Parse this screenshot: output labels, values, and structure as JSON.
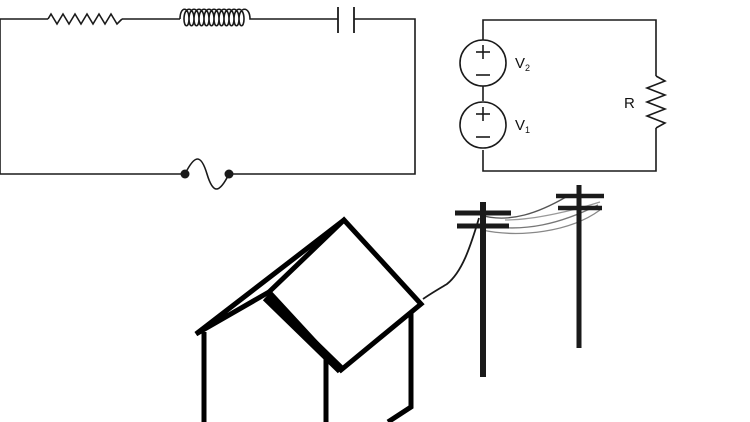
{
  "circuit_right": {
    "sources": [
      {
        "main": "V",
        "sub": "2"
      },
      {
        "main": "V",
        "sub": "1"
      }
    ],
    "resistor_label": "R"
  },
  "colors": {
    "ink": "#1a1a1a",
    "wire_gray": "#777777",
    "background": "#ffffff"
  }
}
